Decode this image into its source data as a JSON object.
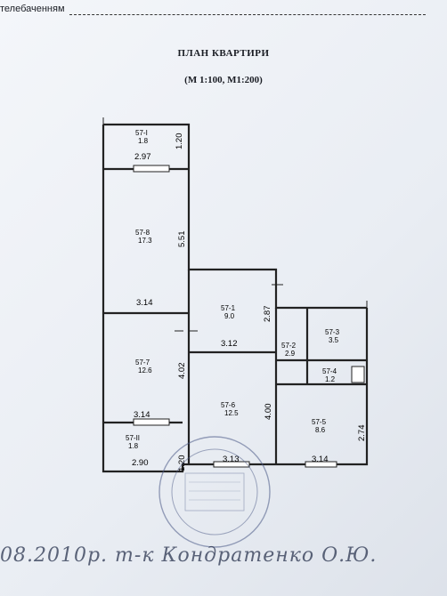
{
  "header_line": "телебаченням",
  "title": "ПЛАН КВАРТИРИ",
  "scale": "(М 1:100, М1:200)",
  "rooms": [
    {
      "id": "57-I",
      "area": "1.8"
    },
    {
      "id": "57-8",
      "area": "17.3"
    },
    {
      "id": "57-1",
      "area": "9.0"
    },
    {
      "id": "57-7",
      "area": "12.6"
    },
    {
      "id": "57-6",
      "area": "12.5"
    },
    {
      "id": "57-2",
      "area": "2.9"
    },
    {
      "id": "57-3",
      "area": "3.5"
    },
    {
      "id": "57-4",
      "area": "1.2"
    },
    {
      "id": "57-5",
      "area": "8.6"
    },
    {
      "id": "57-II",
      "area": "1.8"
    }
  ],
  "dimensions": [
    "1.20",
    "2.97",
    "5.51",
    "3.14",
    "2.87",
    "3.12",
    "4.02",
    "3.14",
    "4.00",
    "2.74",
    "1.20",
    "2.90",
    "3.13",
    "3.14"
  ],
  "signature": "08.2010р. т-к Кондратенко О.Ю."
}
